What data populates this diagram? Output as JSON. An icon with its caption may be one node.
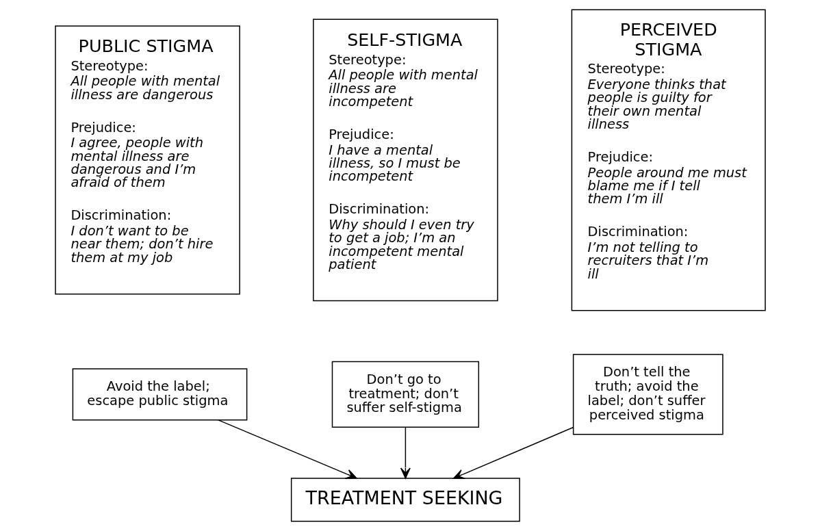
{
  "diagram": {
    "nodes": [
      {
        "text": [
          "PUBLIC STIGMA",
          "Stereotype:",
          "All people with mental illness are dangerous",
          "Prejudice:",
          "I agree, people with mental illness are dangerous and I’m afraid of them",
          "Discrimination:",
          "I don’t want to be near them; don’t hire them at my job"
        ]
      },
      {
        "text": [
          "SELF-STIGMA",
          "Stereotype:",
          "All people with mental illness are incompetent",
          "Prejudice:",
          "I have a mental illness, so I must be incompetent",
          "Discrimination:",
          "Why should I even try to get a job; I’m an incompetent mental patient"
        ]
      },
      {
        "text": [
          "PERCEIVED STIGMA",
          "Stereotype:",
          "Everyone thinks that people is guilty for their own mental illness",
          "Prejudice:",
          "People around me must blame me if I tell them I’m ill",
          "Discrimination:",
          "I’m not telling to recruiters that I’m ill"
        ]
      },
      {
        "text": [
          "Avoid the label; escape public stigma"
        ]
      },
      {
        "text": [
          "Don’t go to treatment; don’t suffer self-stigma"
        ]
      },
      {
        "text": [
          "Don’t tell the truth; avoid the label; don’t suffer perceived stigma"
        ]
      },
      {
        "text": [
          "TREATMENT SEEKING"
        ]
      }
    ],
    "edges": [
      {
        "from": 3,
        "to": 6,
        "arrow": "to"
      },
      {
        "from": 4,
        "to": 6,
        "arrow": "to"
      },
      {
        "from": 5,
        "to": 6,
        "arrow": "to"
      }
    ]
  }
}
